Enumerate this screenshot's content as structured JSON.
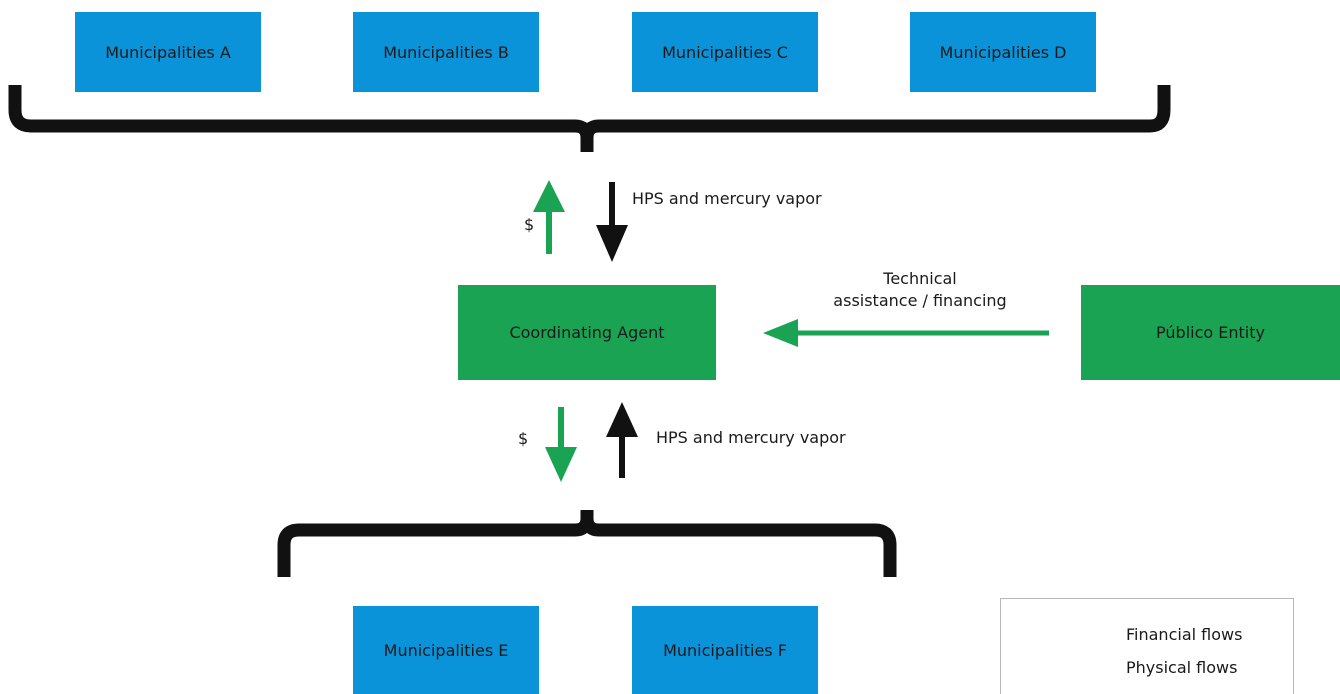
{
  "top_group": [
    {
      "label": "Municipalities A"
    },
    {
      "label": "Municipalities B"
    },
    {
      "label": "Municipalities C"
    },
    {
      "label": "Municipalities D"
    }
  ],
  "bottom_group": [
    {
      "label": "Municipalities E"
    },
    {
      "label": "Municipalities F"
    }
  ],
  "center": {
    "label": "Coordinating Agent"
  },
  "entity": {
    "label": "Público Entity"
  },
  "flows": {
    "top_money": "$",
    "top_physical": "HPS and mercury vapor",
    "bottom_money": "$",
    "bottom_physical": "HPS and mercury vapor",
    "assistance_line1": "Technical",
    "assistance_line2": "assistance / financing"
  },
  "legend": {
    "financial": "Financial flows",
    "physical": "Physical flows"
  },
  "colors": {
    "municipality_box": "#0b93d9",
    "agent_box": "#1aa353",
    "financial_arrow": "#1aa353",
    "physical_arrow": "#111111",
    "bracket": "#111111"
  }
}
